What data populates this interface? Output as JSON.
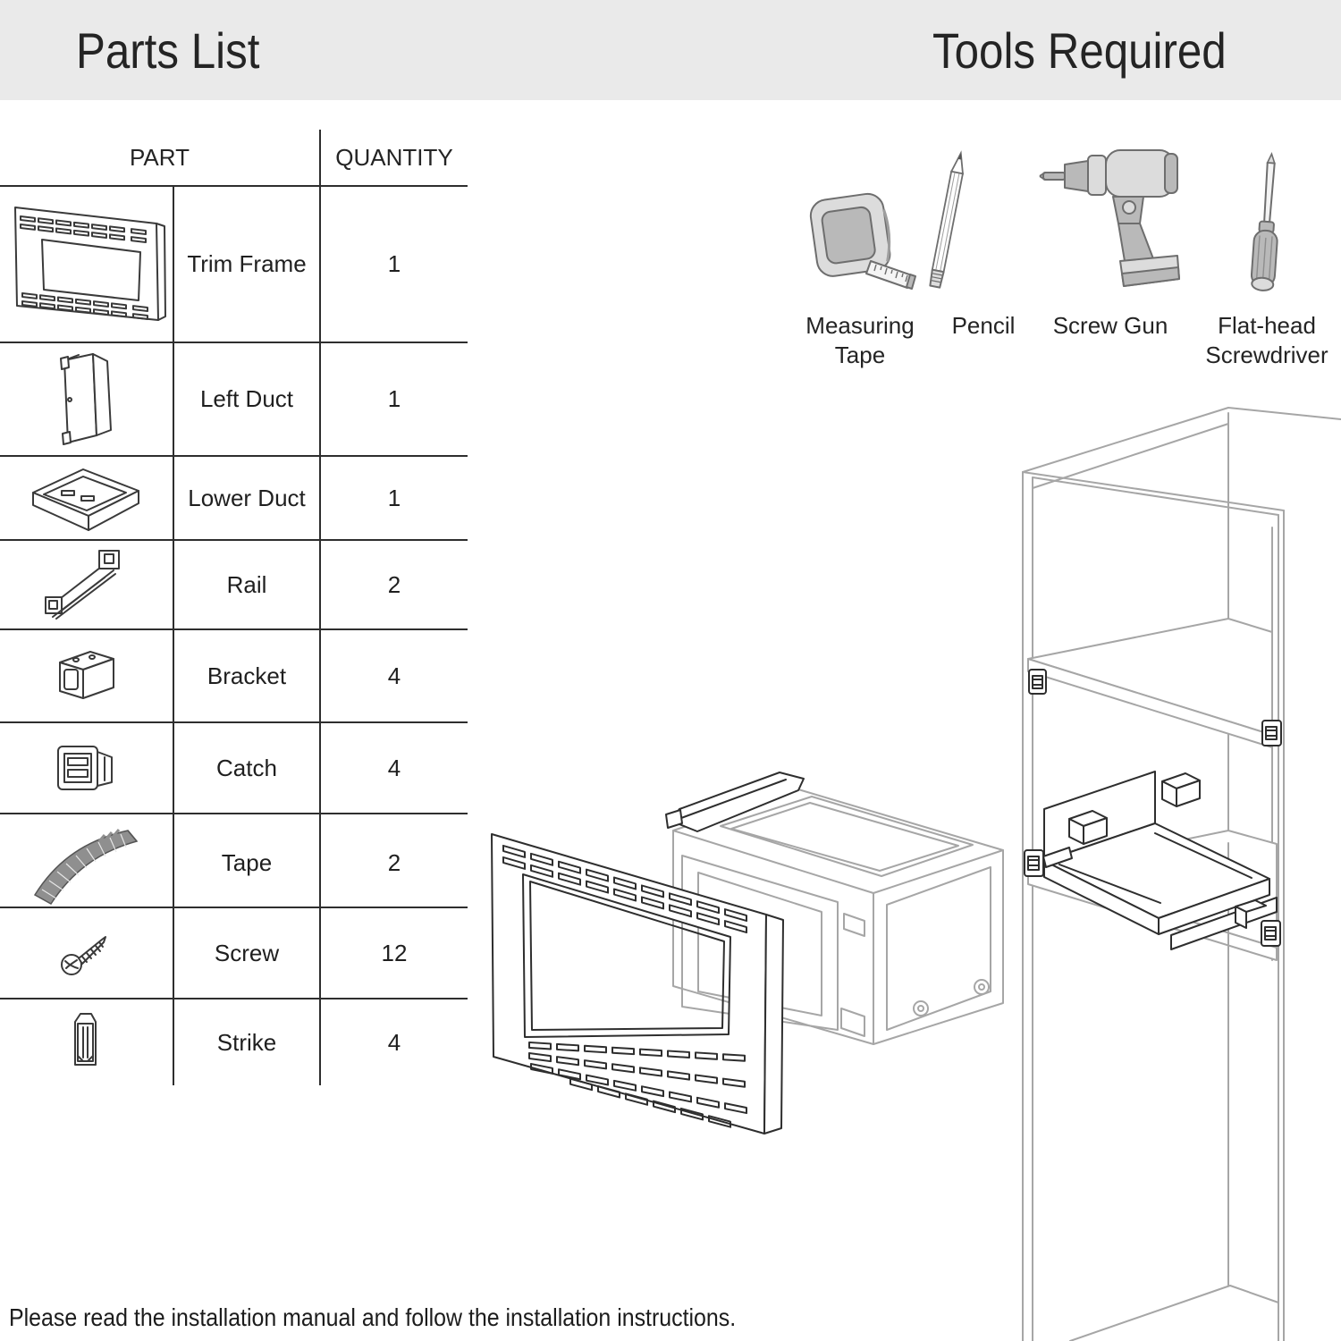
{
  "page": {
    "left_title": "Parts List",
    "right_title": "Tools Required",
    "footer_note": "Please read the installation manual and follow the installation instructions."
  },
  "parts_table": {
    "headers": {
      "part": "PART",
      "quantity": "QUANTITY"
    },
    "rows": [
      {
        "part": "Trim Frame",
        "quantity": "1",
        "icon": "trim-frame-icon"
      },
      {
        "part": "Left Duct",
        "quantity": "1",
        "icon": "left-duct-icon"
      },
      {
        "part": "Lower Duct",
        "quantity": "1",
        "icon": "lower-duct-icon"
      },
      {
        "part": "Rail",
        "quantity": "2",
        "icon": "rail-icon"
      },
      {
        "part": "Bracket",
        "quantity": "4",
        "icon": "bracket-icon"
      },
      {
        "part": "Catch",
        "quantity": "4",
        "icon": "catch-icon"
      },
      {
        "part": "Tape",
        "quantity": "2",
        "icon": "tape-icon"
      },
      {
        "part": "Screw",
        "quantity": "12",
        "icon": "screw-icon"
      },
      {
        "part": "Strike",
        "quantity": "4",
        "icon": "strike-icon"
      }
    ]
  },
  "tools": {
    "items": [
      {
        "label": "Measuring Tape",
        "icon": "measuring-tape-icon"
      },
      {
        "label": "Pencil",
        "icon": "pencil-icon"
      },
      {
        "label": "Screw Gun",
        "icon": "screw-gun-icon"
      },
      {
        "label": "Flat-head Screwdriver",
        "icon": "flat-head-screwdriver-icon"
      }
    ]
  },
  "colors": {
    "header_band": "#eaeaea",
    "table_line": "#2e2e2e",
    "illustration_gray": "#a6a6a6",
    "illustration_dark": "#2e2e2e"
  }
}
